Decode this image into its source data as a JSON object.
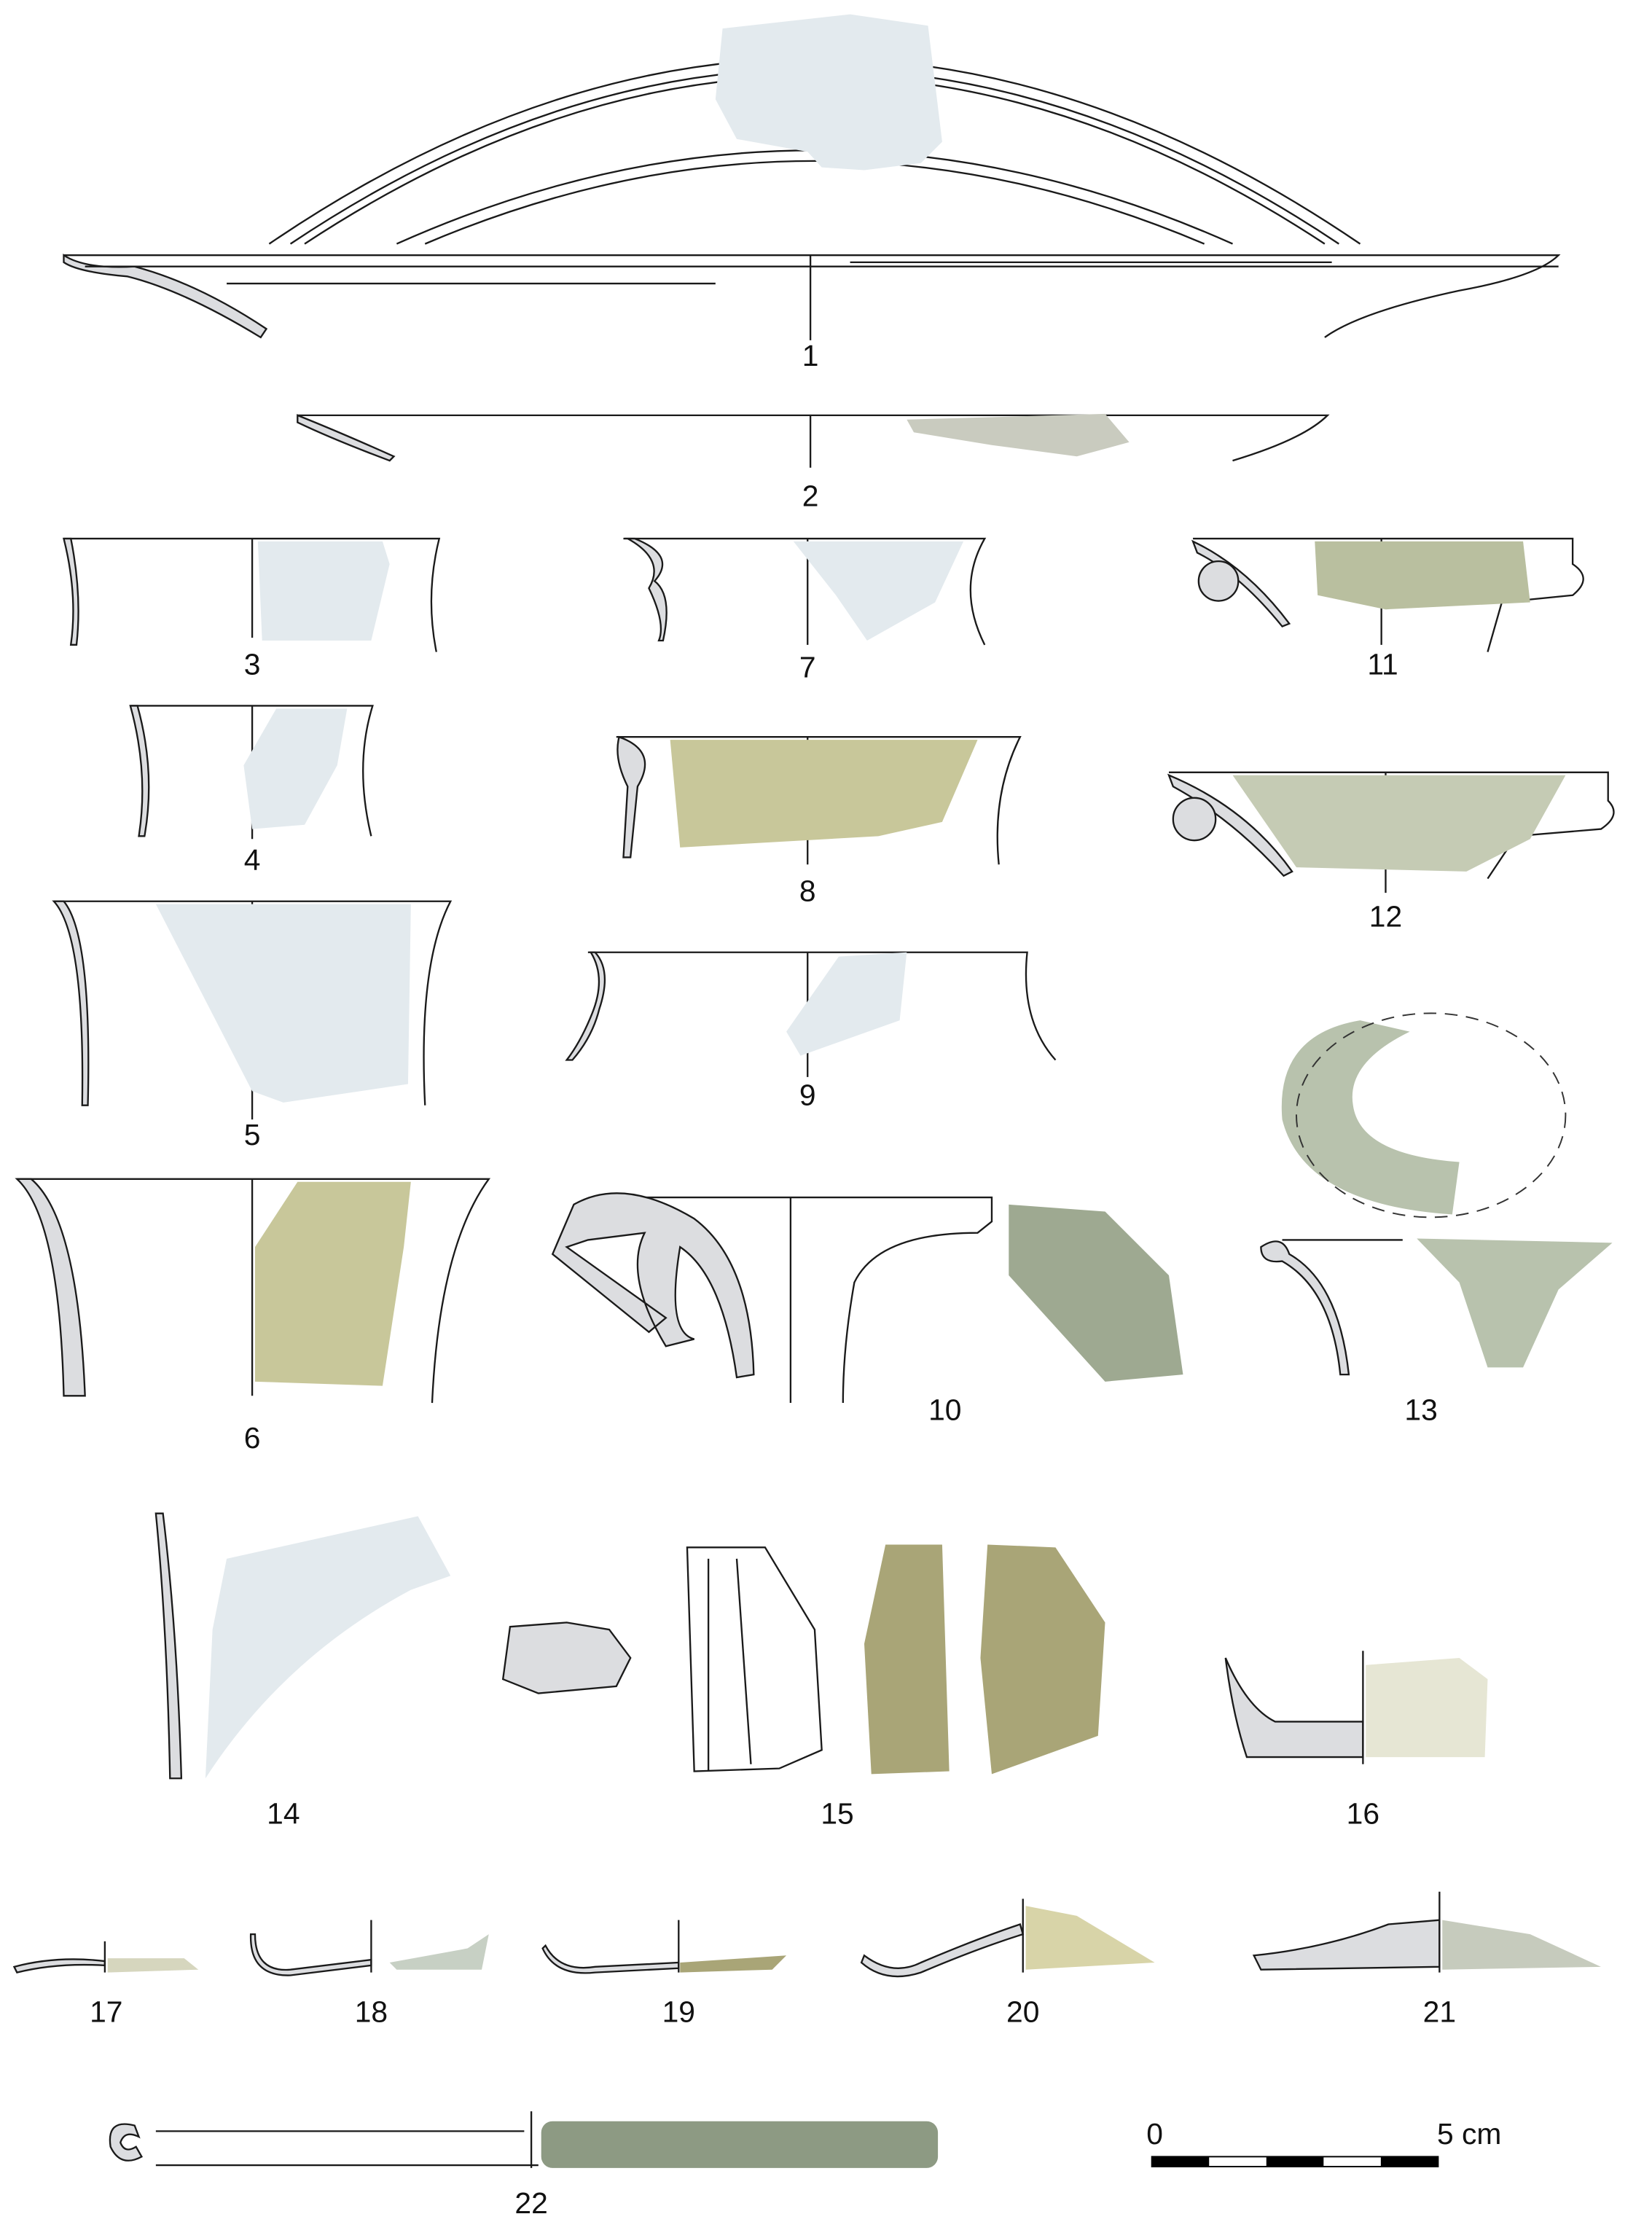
{
  "figure_labels": [
    "1",
    "2",
    "3",
    "4",
    "5",
    "6",
    "7",
    "8",
    "9",
    "10",
    "11",
    "12",
    "13",
    "14",
    "15",
    "16",
    "17",
    "18",
    "19",
    "20",
    "21",
    "22"
  ],
  "scale_bar": {
    "start_label": "0",
    "end_label": "5 cm",
    "segments": 5
  },
  "colors": {
    "photo_pale": "#e3eaee",
    "photo_green": "#c8c79a",
    "photo_olive": "#a9a577",
    "section_fill": "#dcdde0"
  }
}
